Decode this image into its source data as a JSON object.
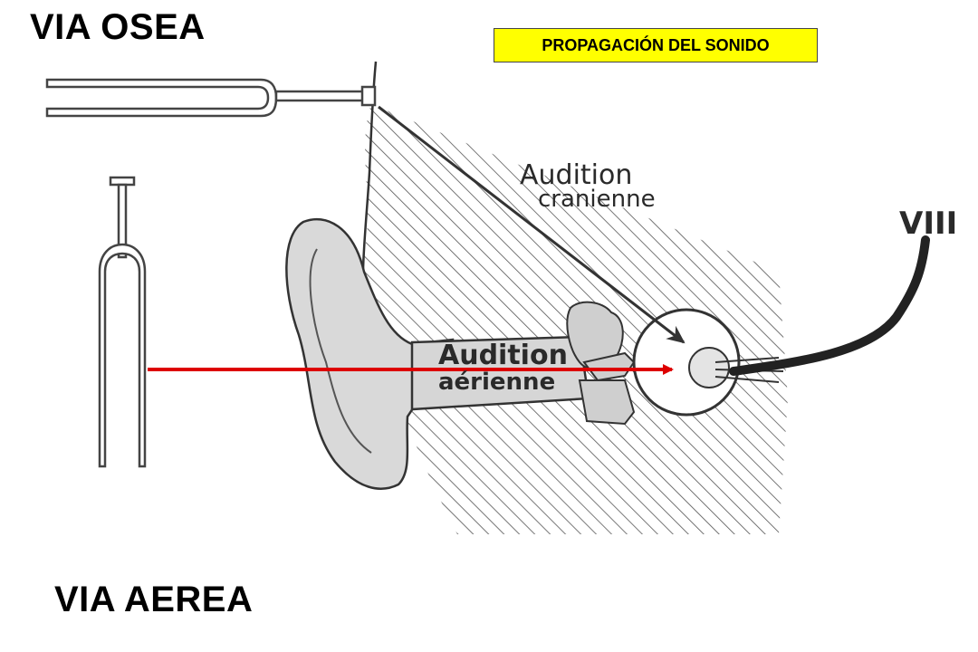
{
  "labels": {
    "bone_route": "VIA OSEA",
    "air_route": "VIA AEREA",
    "topic": "PROPAGACIÓN DEL SONIDO",
    "cranial_1": "Audition",
    "cranial_2": "cranienne",
    "aerial_1": "Audition",
    "aerial_2": "aérienne",
    "nerve": "VIII"
  },
  "colors": {
    "topic_background": "#ffff00",
    "air_path_arrow": "#dd0000",
    "ink": "#2a2a2a"
  }
}
